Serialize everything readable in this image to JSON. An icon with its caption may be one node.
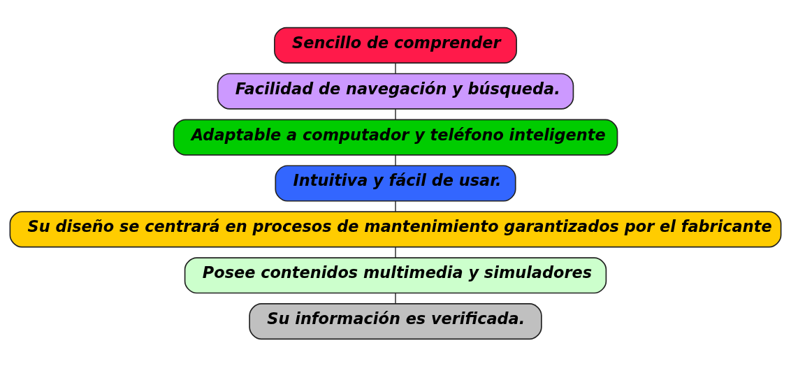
{
  "diagram": {
    "nodes": [
      {
        "text": [
          "Sencillo de comprender"
        ]
      },
      {
        "text": [
          "Facilidad de navegación y búsqueda."
        ]
      },
      {
        "text": [
          "Adaptable a computador y teléfono inteligente"
        ]
      },
      {
        "text": [
          "Intuitiva y fácil de usar."
        ]
      },
      {
        "text": [
          "Su diseño se centrará en procesos de mantenimiento garantizados por el fabricante"
        ]
      },
      {
        "text": [
          "Posee contenidos multimedia y simuladores"
        ]
      },
      {
        "text": [
          "Su información es verificada."
        ]
      }
    ],
    "edges": [
      {
        "from": 0,
        "to": 1,
        "arrow": "none"
      },
      {
        "from": 1,
        "to": 2,
        "arrow": "none"
      },
      {
        "from": 2,
        "to": 3,
        "arrow": "none"
      },
      {
        "from": 3,
        "to": 4,
        "arrow": "none"
      },
      {
        "from": 4,
        "to": 5,
        "arrow": "none"
      },
      {
        "from": 5,
        "to": 6,
        "arrow": "none"
      }
    ]
  }
}
